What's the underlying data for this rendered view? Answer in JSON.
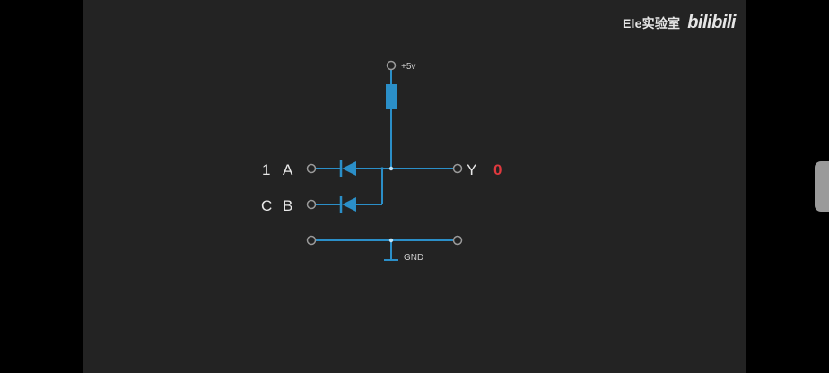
{
  "watermark": {
    "channel": "Ele实验室",
    "logo": "bilibili"
  },
  "circuit": {
    "supply_label": "+5v",
    "ground_label": "GND",
    "input_a": {
      "value": "1",
      "name": "A"
    },
    "input_b": {
      "value": "C",
      "name": "B"
    },
    "output_y": {
      "name": "Y",
      "value": "0"
    }
  },
  "colors": {
    "background": "#232323",
    "wire": "#2b8fc8",
    "component": "#2b8fc8",
    "terminal": "#9a9a9a",
    "label": "#e8e8e8",
    "output_value": "#e0393e"
  }
}
